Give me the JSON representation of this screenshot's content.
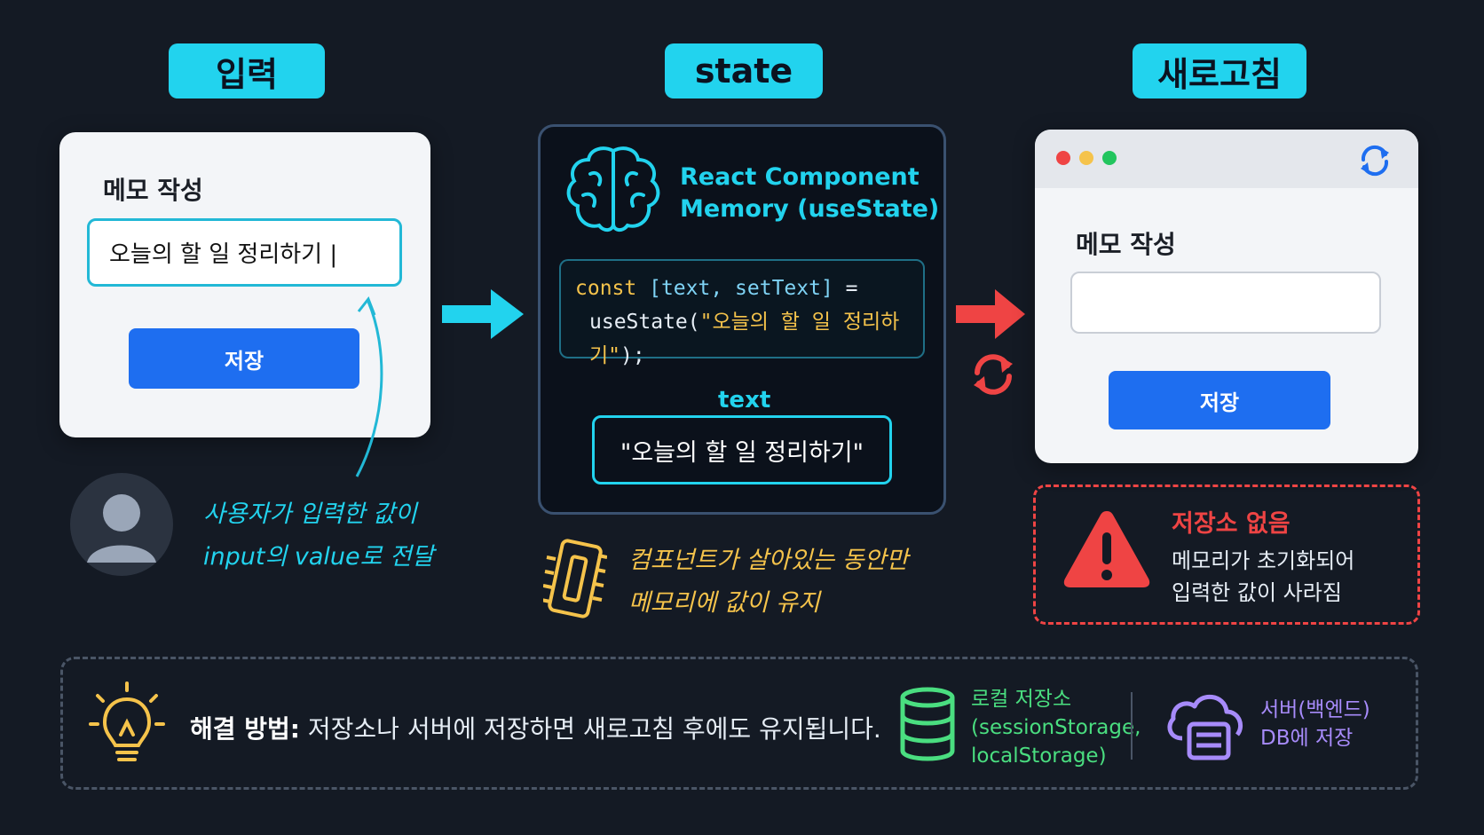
{
  "columns": {
    "input_title": "입력",
    "state_title": "state",
    "refresh_title": "새로고침"
  },
  "input_card": {
    "title": "메모 작성",
    "input_value": "오늘의 할 일 정리하기 |",
    "save_label": "저장"
  },
  "state_panel": {
    "heading_line1": "React Component",
    "heading_line2": "Memory (useState)",
    "code_const": "const",
    "code_vars": "[text, setText]",
    "code_eq": " =",
    "code_fn": "useState(",
    "code_arg": "\"오늘의 할 일 정리하기\"",
    "code_end": ");",
    "text_label": "text",
    "text_value": "\"오늘의 할 일 정리하기\""
  },
  "refresh_card": {
    "title": "메모 작성",
    "save_label": "저장"
  },
  "notes": {
    "user_line1": "사용자가 입력한 값이",
    "user_line2": "input의 value로 전달",
    "memory_line1": "컴포넌트가 살아있는 동안만",
    "memory_line2": "메모리에 값이 유지"
  },
  "warning": {
    "title": "저장소 없음",
    "line1": "메모리가 초기화되어",
    "line2": "입력한 값이 사라짐"
  },
  "solution": {
    "bold": "해결 방법:",
    "text": " 저장소나 서버에 저장하면 새로고침 후에도 유지됩니다.",
    "local_line1": "로컬 저장소",
    "local_line2": "(sessionStorage,",
    "local_line3": "localStorage)",
    "server_line1": "서버(백엔드)",
    "server_line2": "DB에 저장"
  },
  "colors": {
    "cyan": "#22d3ee",
    "blue_button": "#1e6ef0",
    "red": "#ef4444",
    "yellow": "#f5c34b",
    "green": "#4ade80",
    "purple": "#a78bfa"
  }
}
